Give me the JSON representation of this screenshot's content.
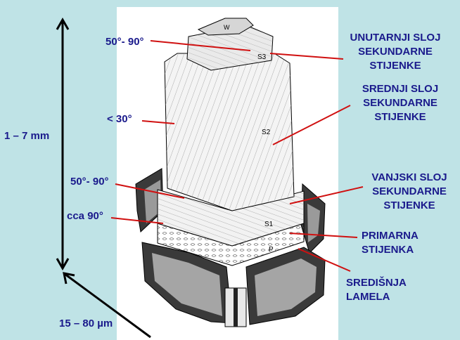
{
  "labels": {
    "angle_s3": "50°- 90°",
    "angle_s2": "< 30°",
    "angle_s1": "50°- 90°",
    "angle_primary": "cca 90°",
    "height": "1 – 7 mm",
    "width": "15 – 80 µm",
    "inner_layer": [
      "UNUTARNJI SLOJ",
      "SEKUNDARNE",
      "STIJENKE"
    ],
    "middle_layer": [
      "SREDNJI SLOJ",
      "SEKUNDARNE",
      "STIJENKE"
    ],
    "outer_layer": [
      "VANJSKI SLOJ",
      "SEKUNDARNE",
      "STIJENKE"
    ],
    "primary_wall": [
      "PRIMARNA",
      "STIJENKA"
    ],
    "middle_lamella": [
      "SREDIŠNJA",
      "LAMELA"
    ]
  },
  "figure_marks": {
    "w": "W",
    "s3": "S3",
    "s2": "S2",
    "s1": "S1",
    "p": "P"
  },
  "colors": {
    "background": "#bfe3e6",
    "label_text": "#1a1a8c",
    "leader_line": "#d01010",
    "arrow": "#000000"
  }
}
